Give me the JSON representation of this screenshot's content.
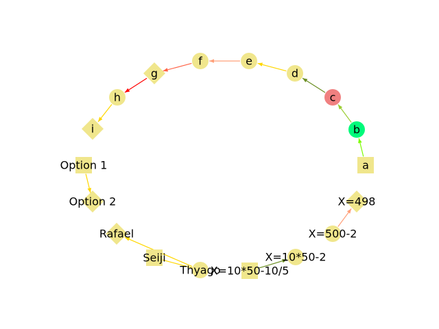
{
  "diagram": {
    "type": "directed-graph",
    "nodes": [
      {
        "id": "a",
        "label": "a",
        "shape": "square",
        "color": "#f0e68c"
      },
      {
        "id": "b",
        "label": "b",
        "shape": "circle",
        "color": "#00fa7a"
      },
      {
        "id": "c",
        "label": "c",
        "shape": "circle",
        "color": "#f08080"
      },
      {
        "id": "d",
        "label": "d",
        "shape": "circle",
        "color": "#f0e68c"
      },
      {
        "id": "e",
        "label": "e",
        "shape": "circle",
        "color": "#f0e68c"
      },
      {
        "id": "f",
        "label": "f",
        "shape": "circle",
        "color": "#f0e68c"
      },
      {
        "id": "g",
        "label": "g",
        "shape": "diamond",
        "color": "#f0e68c"
      },
      {
        "id": "h",
        "label": "h",
        "shape": "circle",
        "color": "#f0e68c"
      },
      {
        "id": "i",
        "label": "i",
        "shape": "diamond",
        "color": "#f0e68c"
      },
      {
        "id": "opt1",
        "label": "Option 1",
        "shape": "square",
        "color": "#f0e68c"
      },
      {
        "id": "opt2",
        "label": "Option 2",
        "shape": "diamond",
        "color": "#f0e68c"
      },
      {
        "id": "rafael",
        "label": "Rafael",
        "shape": "diamond",
        "color": "#f0e68c"
      },
      {
        "id": "seiji",
        "label": "Seiji",
        "shape": "square",
        "color": "#f0e68c"
      },
      {
        "id": "thyago",
        "label": "Thyago",
        "shape": "circle",
        "color": "#f0e68c"
      },
      {
        "id": "x1",
        "label": "X=10*50-10/5",
        "shape": "square",
        "color": "#f0e68c"
      },
      {
        "id": "x2",
        "label": "X=10*50-2",
        "shape": "circle",
        "color": "#f0e68c"
      },
      {
        "id": "x3",
        "label": "X=500-2",
        "shape": "circle",
        "color": "#f0e68c"
      },
      {
        "id": "x4",
        "label": "X=498",
        "shape": "diamond",
        "color": "#f0e68c"
      }
    ],
    "edges": [
      {
        "from": "a",
        "to": "b",
        "color": "#7cfc00"
      },
      {
        "from": "b",
        "to": "c",
        "color": "#9acd32"
      },
      {
        "from": "c",
        "to": "d",
        "color": "#6b8e23"
      },
      {
        "from": "d",
        "to": "e",
        "color": "#ffd700"
      },
      {
        "from": "e",
        "to": "f",
        "color": "#ffa07a"
      },
      {
        "from": "f",
        "to": "g",
        "color": "#ff6347"
      },
      {
        "from": "g",
        "to": "h",
        "color": "#ff0000"
      },
      {
        "from": "h",
        "to": "i",
        "color": "#ffd700"
      },
      {
        "from": "opt1",
        "to": "opt2",
        "color": "#ffd700"
      },
      {
        "from": "thyago",
        "to": "rafael",
        "color": "#ffd700"
      },
      {
        "from": "x1",
        "to": "x2",
        "color": "#6b8e23"
      },
      {
        "from": "x3",
        "to": "x4",
        "color": "#ffa07a"
      }
    ],
    "undirected_links": [
      {
        "from": "seiji",
        "to": "thyago",
        "color": "#ffd700"
      }
    ]
  }
}
